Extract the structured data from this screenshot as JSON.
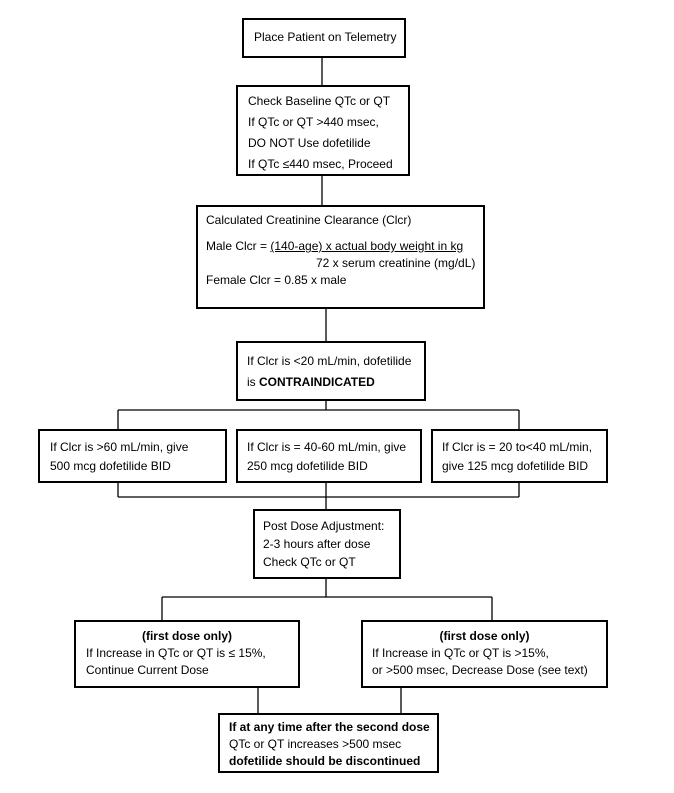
{
  "steps": {
    "telemetry": "Place Patient on Telemetry",
    "baseline": {
      "line1": "Check Baseline QTc or QT",
      "line2": "If QTc or QT >440 msec,",
      "line3": "DO NOT Use dofetilide",
      "line4": "If QTc ≤440 msec, Proceed"
    },
    "clearance": {
      "title": "Calculated Creatinine Clearance (Clcr)",
      "male_prefix": "Male Clcr = ",
      "male_numerator": "(140-age) x actual body weight in kg",
      "male_denominator": "72 x serum creatinine (mg/dL)",
      "female": "Female Clcr = 0.85 x male"
    },
    "contraindication": {
      "line1": "If Clcr is <20 mL/min, dofetilide",
      "line2_prefix": "is ",
      "line2_bold": "CONTRAINDICATED"
    },
    "dose_high": {
      "line1": "If Clcr is >60 mL/min, give",
      "line2": "500 mcg dofetilide BID"
    },
    "dose_mid": {
      "line1": "If Clcr is = 40-60 mL/min, give",
      "line2": "250 mcg dofetilide BID"
    },
    "dose_low": {
      "line1": "If Clcr is = 20 to<40 mL/min,",
      "line2": "give 125 mcg dofetilide BID"
    },
    "post_dose": {
      "line1": "Post Dose Adjustment:",
      "line2": "2-3 hours after dose",
      "line3": "Check QTc or QT"
    },
    "continue": {
      "heading": "(first dose only)",
      "line1": "If Increase in QTc or QT is ≤ 15%,",
      "line2": "Continue Current Dose"
    },
    "decrease": {
      "heading": "(first dose only)",
      "line1": "If Increase in QTc or QT is >15%,",
      "line2": "or >500 msec, Decrease Dose (see text)"
    },
    "discontinue": {
      "line1": "If at any time after the second dose",
      "line2": "QTc or QT increases >500 msec",
      "line3": "dofetilide should be discontinued"
    }
  }
}
